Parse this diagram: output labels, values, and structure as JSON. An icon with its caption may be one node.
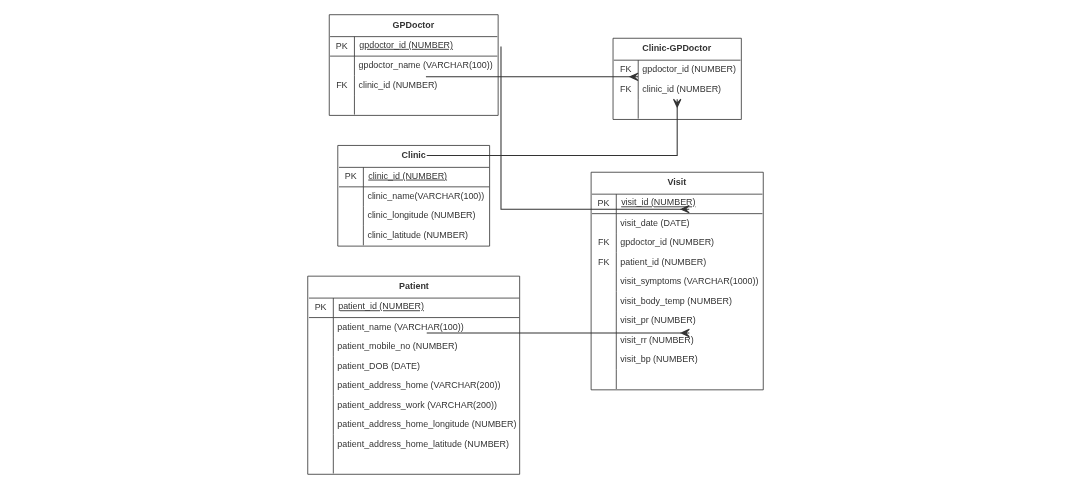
{
  "diagram": {
    "nodes": [
      {
        "text": [
          "GPDoctor",
          "PK",
          "gpdoctor_id (NUMBER)",
          "gpdoctor_name (VARCHAR(100))",
          "FK",
          "clinic_id (NUMBER)"
        ]
      },
      {
        "text": [
          "Clinic-GPDoctor",
          "FK",
          "gpdoctor_id (NUMBER)",
          "FK",
          "clinic_id (NUMBER)"
        ]
      },
      {
        "text": [
          "Clinic",
          "PK",
          "clinic_id (NUMBER)",
          "clinic_name(VARCHAR(100))",
          "clinic_longitude (NUMBER)",
          "clinic_latitude (NUMBER)"
        ]
      },
      {
        "text": [
          "Visit",
          "PK",
          "visit_id (NUMBER)",
          "visit_date (DATE)",
          "FK",
          "gpdoctor_id (NUMBER)",
          "FK",
          "patient_id (NUMBER)",
          "visit_symptoms (VARCHAR(1000))",
          "visit_body_temp (NUMBER)",
          "visit_pr (NUMBER)",
          "visit_rr (NUMBER)",
          "visit_bp (NUMBER)"
        ]
      },
      {
        "text": [
          "Patient",
          "PK",
          "patient_id (NUMBER)",
          "patient_name (VARCHAR(100))",
          "patient_mobile_no (NUMBER)",
          "patient_DOB (DATE)",
          "patient_address_home (VARCHAR(200))",
          "patient_address_work (VARCHAR(200))",
          "patient_address_home_longitude (NUMBER)",
          "patient_address_home_latitude (NUMBER)"
        ]
      }
    ],
    "edges": [
      {
        "from": 0,
        "to": 3,
        "arrow": "other"
      },
      {
        "from": 0,
        "to": 1,
        "arrow": "other"
      },
      {
        "from": 2,
        "to": 1,
        "arrow": "other"
      },
      {
        "from": 4,
        "to": 3,
        "arrow": "other"
      }
    ]
  }
}
